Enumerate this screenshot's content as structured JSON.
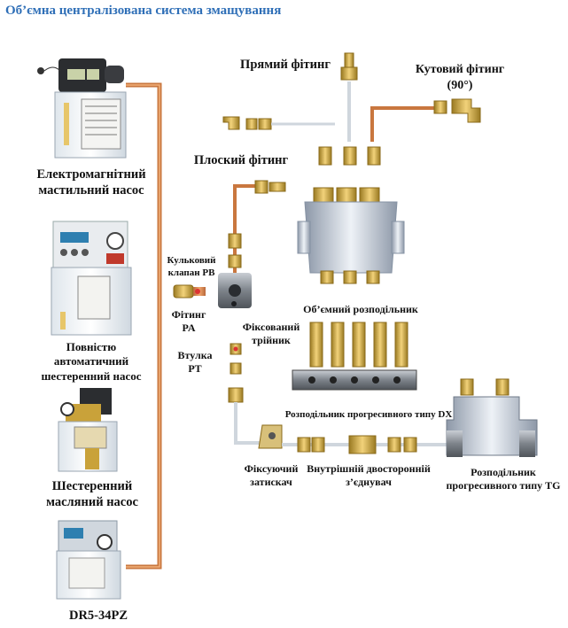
{
  "title": "Об’ємна централізована система змащування",
  "labels": {
    "pump_electromagnetic": "Електромагнітний мастильний насос",
    "pump_full_auto": "Повністю автоматичний шестеренний насос",
    "pump_gear": "Шестеренний масляний насос",
    "pump_dr5": "DR5-34PZ",
    "straight_fitting": "Прямий фітинг",
    "angle_fitting": "Кутовий фітинг (90°)",
    "flat_fitting": "Плоский фітинг",
    "ball_valve_pb": "Кульковий клапан PB",
    "fitting_pa": "Фітинг PA",
    "fixed_tee": "Фіксований трійник",
    "sleeve_pt": "Втулка PT",
    "volumetric_distributor": "Об’ємний розподільник",
    "dx_distributor": "Розподільник прогресивного типу DX",
    "fixing_clamp": "Фіксуючий затискач",
    "double_connector": "Внутрішній двосторонній з’єднувач",
    "tg_distributor": "Розподільник прогресивного типу TG"
  },
  "colors": {
    "title": "#2f6fb7",
    "copper": "#d98a4e",
    "brass": "#c9a23a",
    "aluminum": "#b8c4d4",
    "steel": "#8a8f96"
  }
}
